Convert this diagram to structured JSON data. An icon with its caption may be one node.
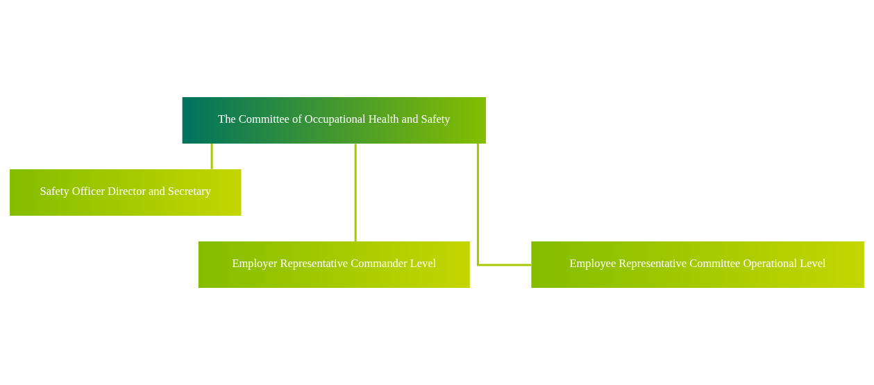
{
  "diagram": {
    "nodes": [
      {
        "text": [
          "The Committee of Occupational Health and Safety"
        ]
      },
      {
        "text": [
          "Safety Officer Director and Secretary"
        ]
      },
      {
        "text": [
          "Employer Representative Commander Level"
        ]
      },
      {
        "text": [
          "Employee Representative Committee Operational Level"
        ]
      }
    ],
    "edges": [
      {
        "from": 0,
        "to": 1,
        "arrow": "none"
      },
      {
        "from": 0,
        "to": 2,
        "arrow": "none"
      },
      {
        "from": 0,
        "to": 3,
        "arrow": "none"
      }
    ]
  }
}
